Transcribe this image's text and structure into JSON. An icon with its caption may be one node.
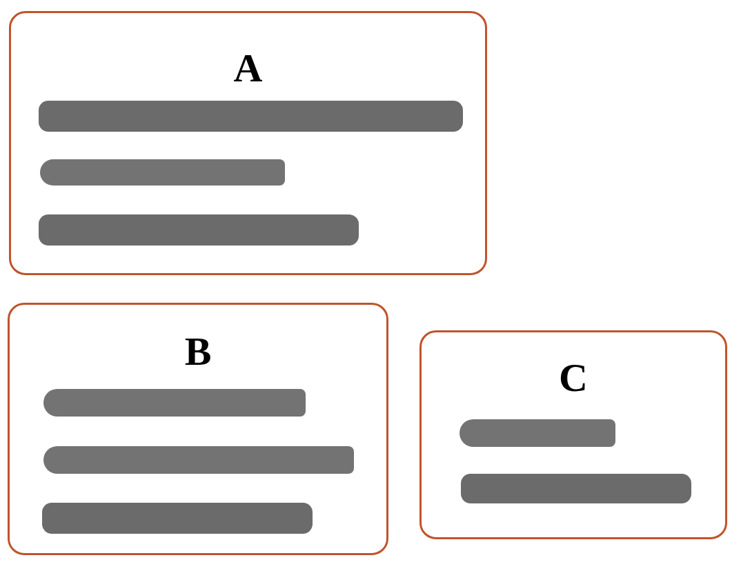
{
  "diagram": {
    "nodes": [
      {
        "text": [
          "A"
        ]
      },
      {
        "text": [],
        "shape": "bar",
        "in": 0
      },
      {
        "text": [],
        "shape": "bar",
        "in": 0
      },
      {
        "text": [],
        "shape": "bar",
        "in": 0
      },
      {
        "text": [
          "B"
        ]
      },
      {
        "text": [],
        "shape": "bar",
        "in": 4
      },
      {
        "text": [],
        "shape": "bar",
        "in": 4
      },
      {
        "text": [],
        "shape": "bar",
        "in": 4
      },
      {
        "text": [
          "C"
        ]
      },
      {
        "text": [],
        "shape": "bar",
        "in": 8
      },
      {
        "text": [],
        "shape": "bar",
        "in": 8
      }
    ]
  }
}
